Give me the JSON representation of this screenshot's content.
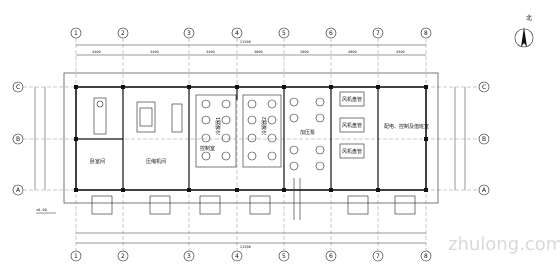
{
  "north": {
    "label": "北"
  },
  "axes": {
    "top": [
      "1",
      "2",
      "3",
      "4",
      "5",
      "6",
      "7",
      "8"
    ],
    "left": [
      "C",
      "B",
      "A"
    ]
  },
  "dims": {
    "total": "21500",
    "spans": [
      "4400",
      "4400",
      "4400",
      "4000",
      "2000",
      "4000",
      "4500"
    ]
  },
  "rooms": {
    "r1": "卧室间",
    "r2": "压缩机间",
    "r3": "控制室",
    "r4": "冷凝器1",
    "r5": "冷凝器2",
    "r6": "加压泵",
    "r7": "风机盘管",
    "r8": "风机盘管",
    "r9": "风机盘管",
    "r10": "配电、控制及值班室"
  },
  "elevation": "±0.00",
  "watermark": "zhulong.com"
}
